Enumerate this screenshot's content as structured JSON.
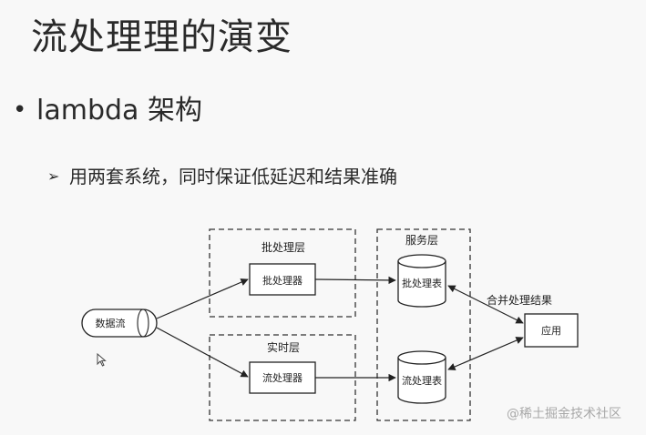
{
  "title": "流处理理的演变",
  "bullet": {
    "symbol": "•",
    "text": "lambda 架构"
  },
  "sub_bullet": {
    "symbol": "➢",
    "text": "用两套系统，同时保证低延迟和结果准确"
  },
  "diagram": {
    "source": "数据流",
    "batch_group": "批处理层",
    "batch_processor": "批处理器",
    "realtime_group": "实时层",
    "stream_processor": "流处理器",
    "serving_group": "服务层",
    "batch_table": "批处理表",
    "stream_table": "流处理表",
    "merge_label": "合并处理结果",
    "app": "应用"
  },
  "watermark": "@稀土掘金技术社区",
  "colors": {
    "background": "#f8f8f8",
    "stroke": "#222222",
    "box_fill": "#ffffff",
    "watermark": "#a8a8a8"
  }
}
